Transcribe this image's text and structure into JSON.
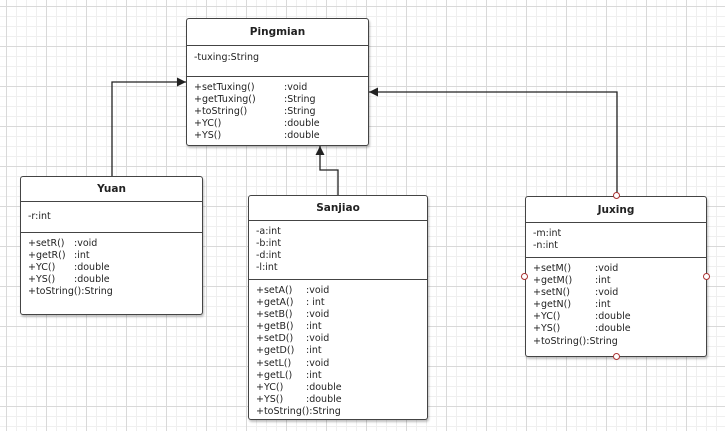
{
  "classes": {
    "pingmian": {
      "name": "Pingmian",
      "attributes": [
        {
          "n": "-tuxing:String",
          "t": ""
        }
      ],
      "methods": [
        {
          "n": "+setTuxing()",
          "t": ":void"
        },
        {
          "n": "+getTuxing()",
          "t": ":String"
        },
        {
          "n": "+toString()",
          "t": ":String"
        },
        {
          "n": "+YC()",
          "t": ":double"
        },
        {
          "n": "+YS()",
          "t": ":double"
        }
      ]
    },
    "yuan": {
      "name": "Yuan",
      "attributes": [
        {
          "n": "-r:int",
          "t": ""
        }
      ],
      "methods": [
        {
          "n": "+setR()",
          "t": ":void"
        },
        {
          "n": "+getR()",
          "t": ":int"
        },
        {
          "n": "+YC()",
          "t": ":double"
        },
        {
          "n": "+YS()",
          "t": ":double"
        },
        {
          "n": "+toString():String",
          "t": ""
        }
      ]
    },
    "sanjiao": {
      "name": "Sanjiao",
      "attributes": [
        {
          "n": "-a:int",
          "t": ""
        },
        {
          "n": "-b:int",
          "t": ""
        },
        {
          "n": "-d:int",
          "t": ""
        },
        {
          "n": "-l:int",
          "t": ""
        }
      ],
      "methods": [
        {
          "n": "+setA()",
          "t": ":void"
        },
        {
          "n": "+getA()",
          "t": ": int"
        },
        {
          "n": "+setB()",
          "t": ":void"
        },
        {
          "n": "+getB()",
          "t": ":int"
        },
        {
          "n": "+setD()",
          "t": ":void"
        },
        {
          "n": "+getD()",
          "t": ":int"
        },
        {
          "n": "+setL()",
          "t": ":void"
        },
        {
          "n": "+getL()",
          "t": ":int"
        },
        {
          "n": "+YC()",
          "t": ":double"
        },
        {
          "n": "+YS()",
          "t": ":double"
        },
        {
          "n": "+toString():String",
          "t": ""
        }
      ]
    },
    "juxing": {
      "name": "Juxing",
      "attributes": [
        {
          "n": "-m:int",
          "t": ""
        },
        {
          "n": "-n:int",
          "t": ""
        }
      ],
      "methods": [
        {
          "n": "+setM()",
          "t": ":void"
        },
        {
          "n": "+getM()",
          "t": ":int"
        },
        {
          "n": "+setN()",
          "t": ":void"
        },
        {
          "n": "+getN()",
          "t": ":int"
        },
        {
          "n": "+YC()",
          "t": ":double"
        },
        {
          "n": "+YS()",
          "t": ":double"
        },
        {
          "n": "+toString():String",
          "t": ""
        }
      ]
    }
  },
  "colors": {
    "border": "#444444",
    "port": "#aa3333",
    "grid": "#d9d9d9"
  }
}
